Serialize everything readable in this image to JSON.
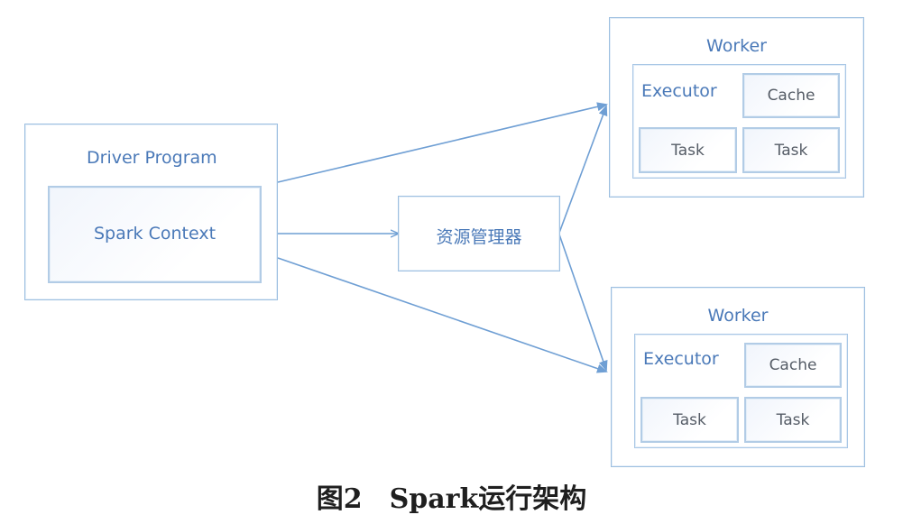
{
  "driver": {
    "title": "Driver Program",
    "context": "Spark Context"
  },
  "resource_manager": {
    "label": "资源管理器"
  },
  "workers": [
    {
      "title": "Worker",
      "executor": "Executor",
      "cache": "Cache",
      "tasks": [
        "Task",
        "Task"
      ]
    },
    {
      "title": "Worker",
      "executor": "Executor",
      "cache": "Cache",
      "tasks": [
        "Task",
        "Task"
      ]
    }
  ],
  "caption": "图2　Spark运行架构",
  "colors": {
    "border": "#9dbfe0",
    "text": "#4a79b8",
    "arrow": "#6f9fd4"
  }
}
